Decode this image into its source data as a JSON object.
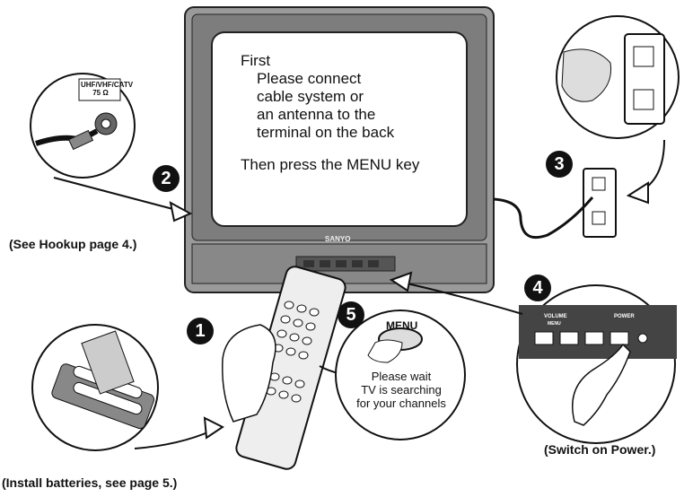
{
  "tv_screen": {
    "line1": "First",
    "line2": "Please connect",
    "line3": "cable system or",
    "line4": "an antenna to the",
    "line5": "terminal on the back",
    "line6": "Then press the MENU key"
  },
  "tv_brand": "SANYO",
  "steps": [
    "1",
    "2",
    "3",
    "4",
    "5"
  ],
  "captions": {
    "hookup": "(See Hookup page 4.)",
    "power": "(Switch on Power.)",
    "batteries": "(Install batteries, see page 5.)"
  },
  "antenna_label": {
    "line1": "UHF/VHF/CATV",
    "line2": "75 Ω"
  },
  "menu_bubble": {
    "key": "MENU",
    "line1": "Please wait",
    "line2": "TV is searching",
    "line3": "for your channels"
  },
  "panel_labels": {
    "volume": "VOLUME",
    "menu": "MENU",
    "power": "POWER"
  }
}
